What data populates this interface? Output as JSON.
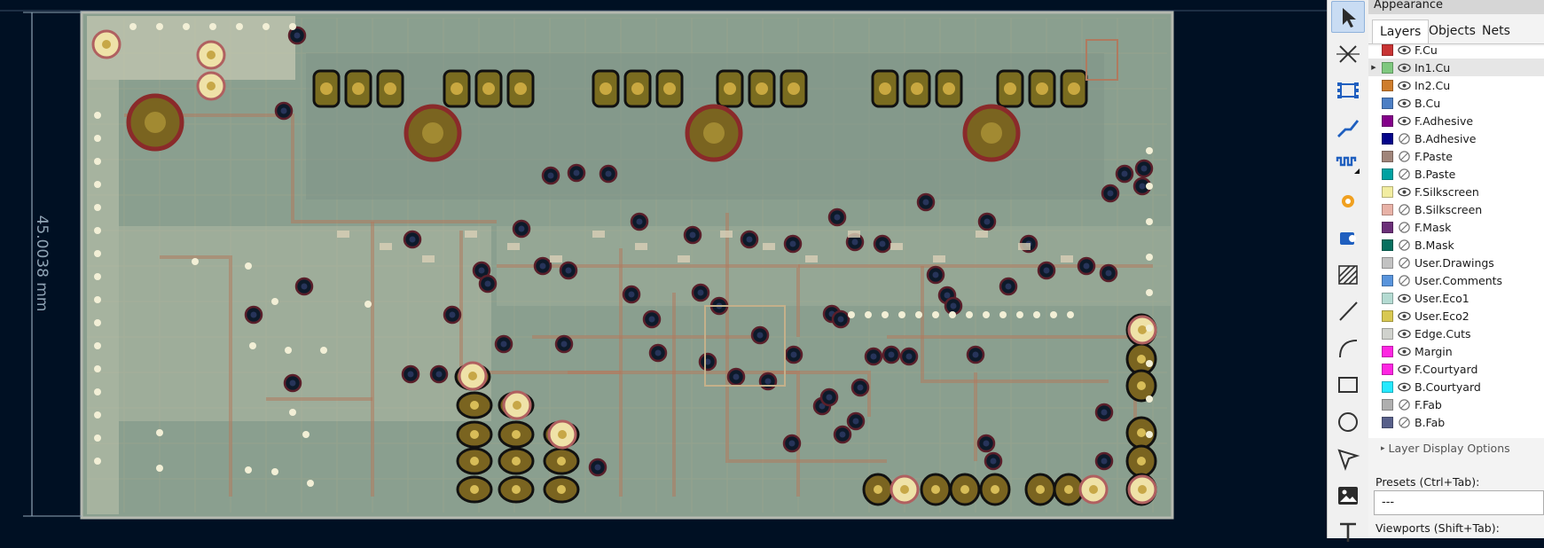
{
  "canvas": {
    "dimension_label": "45.0038 mm",
    "board_color": "#8a9f8f",
    "background_color": "#001023"
  },
  "toolbar": {
    "tools": [
      {
        "name": "select-tool",
        "icon": "cursor-arrow-icon",
        "active": true
      },
      {
        "name": "no-connect-tool",
        "icon": "x-cross-icon"
      },
      {
        "name": "footprint-tool",
        "icon": "footprint-icon"
      },
      {
        "name": "route-track-tool",
        "icon": "route-track-icon"
      },
      {
        "name": "tune-length-tool",
        "icon": "meander-icon"
      },
      {
        "name": "via-tool",
        "icon": "via-icon"
      },
      {
        "name": "add-pad-tool",
        "icon": "pad-icon"
      },
      {
        "name": "zone-tool",
        "icon": "zone-icon"
      },
      {
        "name": "draw-line-tool",
        "icon": "line-icon"
      },
      {
        "name": "draw-arc-tool",
        "icon": "arc-icon"
      },
      {
        "name": "draw-rectangle-tool",
        "icon": "rectangle-icon"
      },
      {
        "name": "draw-circle-tool",
        "icon": "circle-icon"
      },
      {
        "name": "draw-polygon-tool",
        "icon": "polygon-icon"
      },
      {
        "name": "image-tool",
        "icon": "image-icon"
      },
      {
        "name": "text-tool",
        "icon": "text-icon"
      }
    ]
  },
  "appearance": {
    "title": "Appearance",
    "tabs": [
      "Layers",
      "Objects",
      "Nets"
    ],
    "active_tab": "Layers",
    "layers": [
      {
        "name": "F.Cu",
        "color": "#c83434",
        "visible": true
      },
      {
        "name": "In1.Cu",
        "color": "#7fc87f",
        "visible": true,
        "selected": true
      },
      {
        "name": "In2.Cu",
        "color": "#ce7d2c",
        "visible": true
      },
      {
        "name": "B.Cu",
        "color": "#4d7fc4",
        "visible": true
      },
      {
        "name": "F.Adhesive",
        "color": "#84008a",
        "visible": true
      },
      {
        "name": "B.Adhesive",
        "color": "#05058a",
        "visible": false
      },
      {
        "name": "F.Paste",
        "color": "#a0857a",
        "visible": false
      },
      {
        "name": "B.Paste",
        "color": "#00a2a2",
        "visible": false
      },
      {
        "name": "F.Silkscreen",
        "color": "#f2eda1",
        "visible": true
      },
      {
        "name": "B.Silkscreen",
        "color": "#e8b2a7",
        "visible": false
      },
      {
        "name": "F.Mask",
        "color": "#6b2f78",
        "visible": false
      },
      {
        "name": "B.Mask",
        "color": "#08705f",
        "visible": false
      },
      {
        "name": "User.Drawings",
        "color": "#c2c2c2",
        "visible": false
      },
      {
        "name": "User.Comments",
        "color": "#5994dc",
        "visible": false
      },
      {
        "name": "User.Eco1",
        "color": "#b4dbd2",
        "visible": true
      },
      {
        "name": "User.Eco2",
        "color": "#d8c852",
        "visible": true
      },
      {
        "name": "Edge.Cuts",
        "color": "#d0d2cd",
        "visible": true
      },
      {
        "name": "Margin",
        "color": "#ff26e2",
        "visible": true
      },
      {
        "name": "F.Courtyard",
        "color": "#ff26e2",
        "visible": true
      },
      {
        "name": "B.Courtyard",
        "color": "#26e9ff",
        "visible": true
      },
      {
        "name": "F.Fab",
        "color": "#afafaf",
        "visible": false
      },
      {
        "name": "B.Fab",
        "color": "#58608a",
        "visible": false
      }
    ],
    "layer_display_options": "Layer Display Options",
    "presets_label": "Presets (Ctrl+Tab):",
    "presets_value": "---",
    "viewports_label": "Viewports (Shift+Tab):"
  }
}
